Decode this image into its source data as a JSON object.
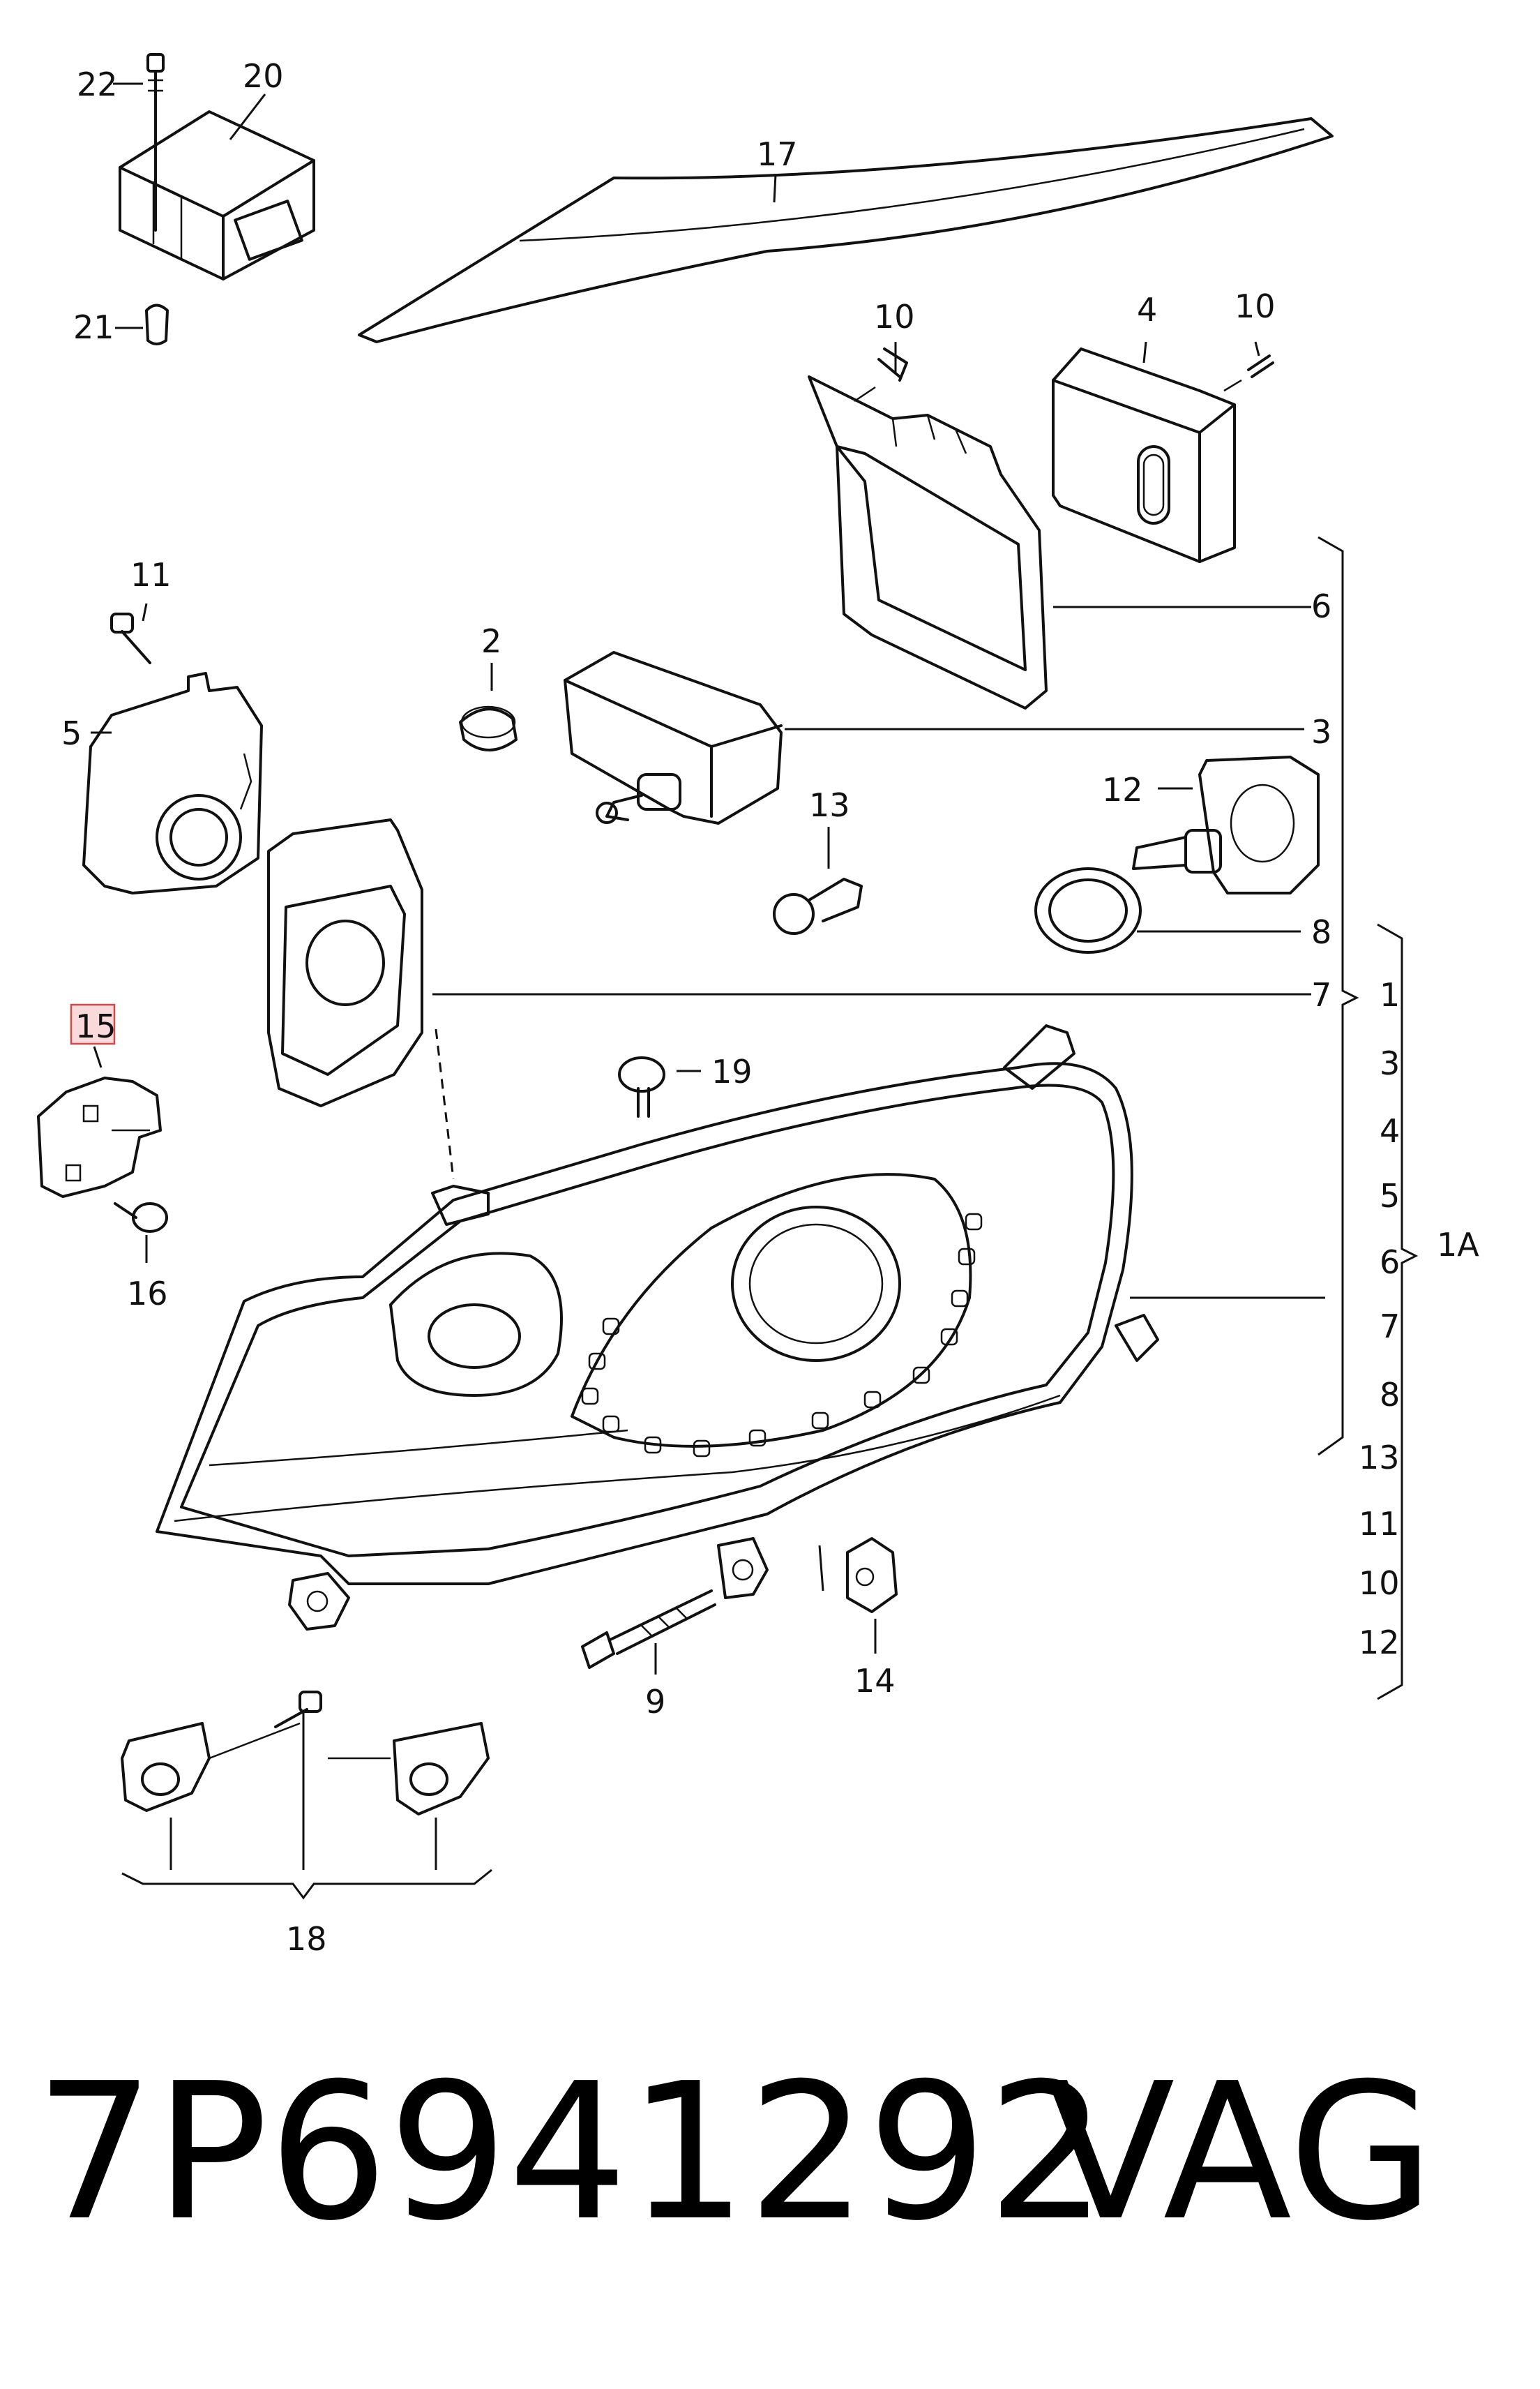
{
  "callouts": {
    "c1": "1",
    "c1A": "1A",
    "c2": "2",
    "c3": "3",
    "c4": "4",
    "c5": "5",
    "c6": "6",
    "c7": "7",
    "c8": "8",
    "c9": "9",
    "c10": "10",
    "c11": "11",
    "c12": "12",
    "c13": "13",
    "c14": "14",
    "c15": "15",
    "c16": "16",
    "c17": "17",
    "c18": "18",
    "c19": "19",
    "c20": "20",
    "c21": "21",
    "c22": "22"
  },
  "kit_1A_list": [
    "1",
    "3",
    "4",
    "5",
    "6",
    "7",
    "8",
    "13",
    "11",
    "10",
    "12"
  ],
  "highlight_color": "#d04a4a",
  "footer": {
    "part_number": "7P6941292",
    "brand": "VAG"
  }
}
